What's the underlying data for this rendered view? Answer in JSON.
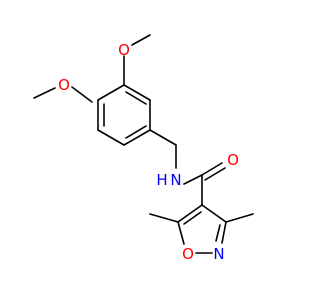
{
  "atom_labels": {
    "O_methoxy_top": "O",
    "O_methoxy_left": "O",
    "NH": "N",
    "NH_h": "H",
    "O_carbonyl": "O",
    "O_ring": "O",
    "N_ring": "N"
  },
  "colors": {
    "bond": "#000000",
    "oxygen": "#ff0000",
    "nitrogen": "#0000ff"
  }
}
